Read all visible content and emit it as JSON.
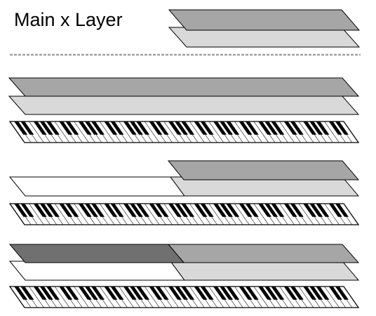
{
  "diagram": {
    "title": "Main x Layer",
    "colors": {
      "main_layer": "#a6a6a6",
      "main_layer_dark": "#707070",
      "sub_layer": "#d9d9d9",
      "empty_layer": "#ffffff",
      "outline": "#000000",
      "divider": "#a0a0a0"
    },
    "icons": {
      "keyboard": "piano-keyboard-icon",
      "layer": "layer-plate-icon"
    },
    "sections": [
      {
        "name": "legend",
        "keyboard": false
      },
      {
        "name": "full-range",
        "keyboard": true
      },
      {
        "name": "split-upper",
        "keyboard": true
      },
      {
        "name": "split-dual",
        "keyboard": true
      }
    ]
  }
}
